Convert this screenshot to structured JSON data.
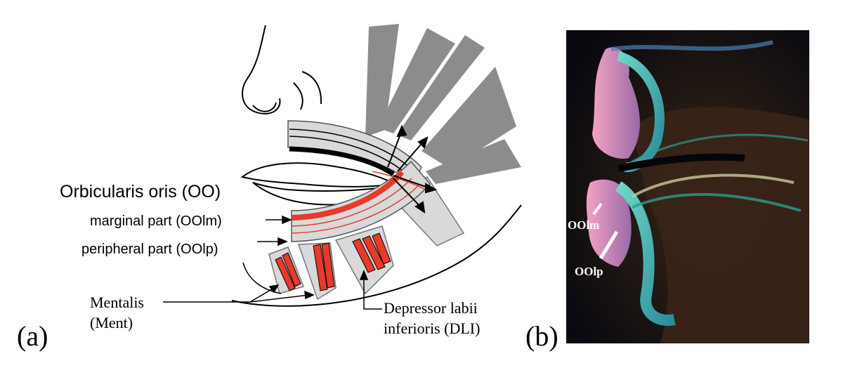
{
  "panel_a": {
    "tag": "(a)",
    "labels": {
      "oo": "Orbicularis oris (OO)",
      "oolm": "marginal part (OOlm)",
      "oolp": "peripheral part (OOlp)",
      "mentalis": "Mentalis",
      "ment": "(Ment)",
      "dli_1": "Depressor labii",
      "dli_2": "inferioris (DLI)"
    }
  },
  "panel_b": {
    "tag": "(b)",
    "labels": {
      "oolm": "OOlm",
      "oolp": "OOlp"
    }
  },
  "colors": {
    "muscle_red": "#e63a2b",
    "muscle_fill": "#d9d9d9",
    "dark_muscle": "#8c8c8c",
    "mri_background": "#0b0a14"
  }
}
